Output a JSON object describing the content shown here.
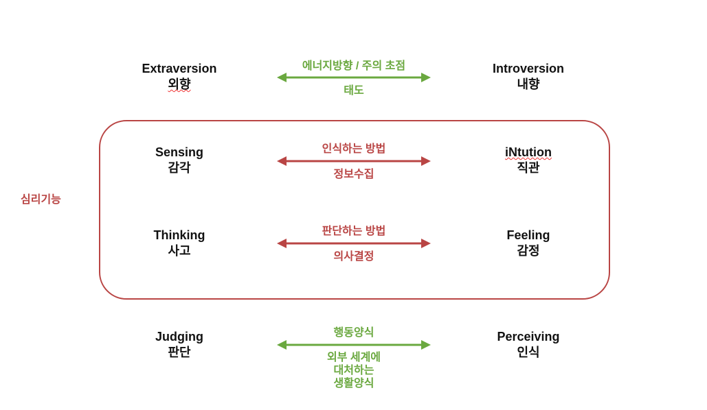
{
  "colors": {
    "attitude": "#6aa83f",
    "function": "#b94544"
  },
  "group_label": "심리기능",
  "rows": [
    {
      "left": {
        "en": "Extraversion",
        "ko": "외향"
      },
      "right": {
        "en": "Introversion",
        "ko": "내향"
      },
      "top": "에너지방향 / 주의 초점",
      "bottom": [
        "태도"
      ]
    },
    {
      "left": {
        "en": "Sensing",
        "ko": "감각"
      },
      "right": {
        "en": "iNtution",
        "ko": "직관"
      },
      "top": "인식하는 방법",
      "bottom": [
        "정보수집"
      ]
    },
    {
      "left": {
        "en": "Thinking",
        "ko": "사고"
      },
      "right": {
        "en": "Feeling",
        "ko": "감정"
      },
      "top": "판단하는 방법",
      "bottom": [
        "의사결정"
      ]
    },
    {
      "left": {
        "en": "Judging",
        "ko": "판단"
      },
      "right": {
        "en": "Perceiving",
        "ko": "인식"
      },
      "top": "행동양식",
      "bottom": [
        "외부 세계에",
        "대처하는",
        "생활양식"
      ]
    }
  ]
}
